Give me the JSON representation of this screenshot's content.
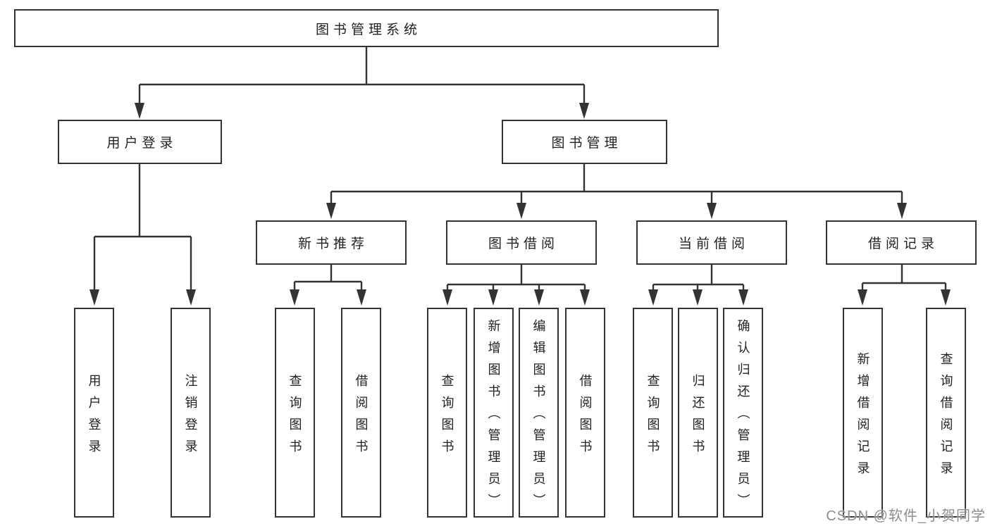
{
  "diagram": {
    "nodes": {
      "root": "图书管理系统",
      "user_login": "用户登录",
      "book_mgmt": "图书管理",
      "new_book_recommend": "新书推荐",
      "book_borrow": "图书借阅",
      "current_borrow": "当前借阅",
      "borrow_records": "借阅记录",
      "leaf_user_login": "用户登录",
      "leaf_logout": "注销登录",
      "leaf_nb_query_book": "查询图书",
      "leaf_nb_borrow_book": "借阅图书",
      "leaf_bb_query_book": "查询图书",
      "leaf_bb_add_book": "新增图书（管理员）",
      "leaf_bb_edit_book": "编辑图书（管理员）",
      "leaf_bb_borrow_book": "借阅图书",
      "leaf_cb_query_book": "查询图书",
      "leaf_cb_return_book": "归还图书",
      "leaf_cb_confirm_return": "确认归还（管理员）",
      "leaf_br_add_record": "新增借阅记录",
      "leaf_br_query_record": "查询借阅记录"
    },
    "colors": {
      "line": "#333333",
      "text": "#222222",
      "box_background": "#ffffff"
    }
  },
  "watermark": {
    "text": "CSDN @软件_小贺同学",
    "color": "#908c8d"
  }
}
